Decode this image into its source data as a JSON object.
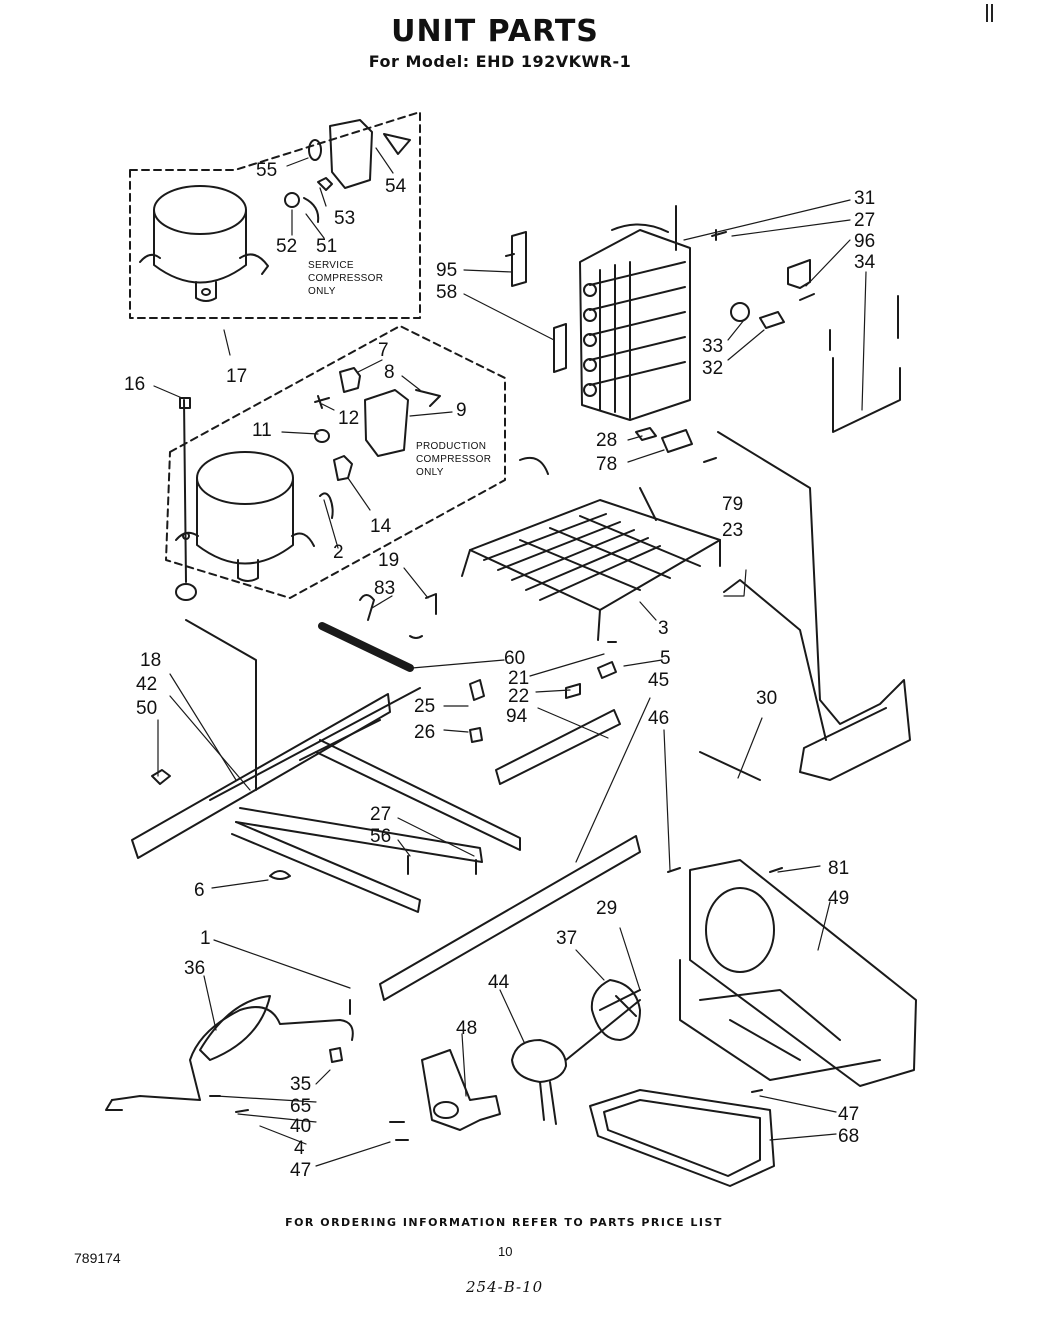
{
  "header": {
    "title": "UNIT PARTS",
    "subtitle": "For Model: EHD 192VKWR-1"
  },
  "notes": {
    "service": [
      "SERVICE",
      "COMPRESSOR",
      "ONLY"
    ],
    "production": [
      "PRODUCTION",
      "COMPRESSOR",
      "ONLY"
    ]
  },
  "callouts": [
    "55",
    "54",
    "53",
    "52",
    "51",
    "17",
    "7",
    "8",
    "9",
    "12",
    "11",
    "16",
    "14",
    "2",
    "31",
    "27",
    "96",
    "34",
    "95",
    "58",
    "33",
    "32",
    "28",
    "78",
    "79",
    "23",
    "19",
    "83",
    "3",
    "60",
    "21",
    "5",
    "22",
    "45",
    "18",
    "42",
    "50",
    "25",
    "26",
    "94",
    "46",
    "30",
    "27",
    "56",
    "6",
    "81",
    "49",
    "29",
    "37",
    "1",
    "36",
    "44",
    "48",
    "35",
    "65",
    "40",
    "4",
    "47",
    "47",
    "68"
  ],
  "footer": {
    "ordering_note": "FOR ORDERING INFORMATION REFER TO PARTS PRICE LIST",
    "doc_number": "789174",
    "page_number": "10",
    "handwritten": "254-B-10"
  }
}
